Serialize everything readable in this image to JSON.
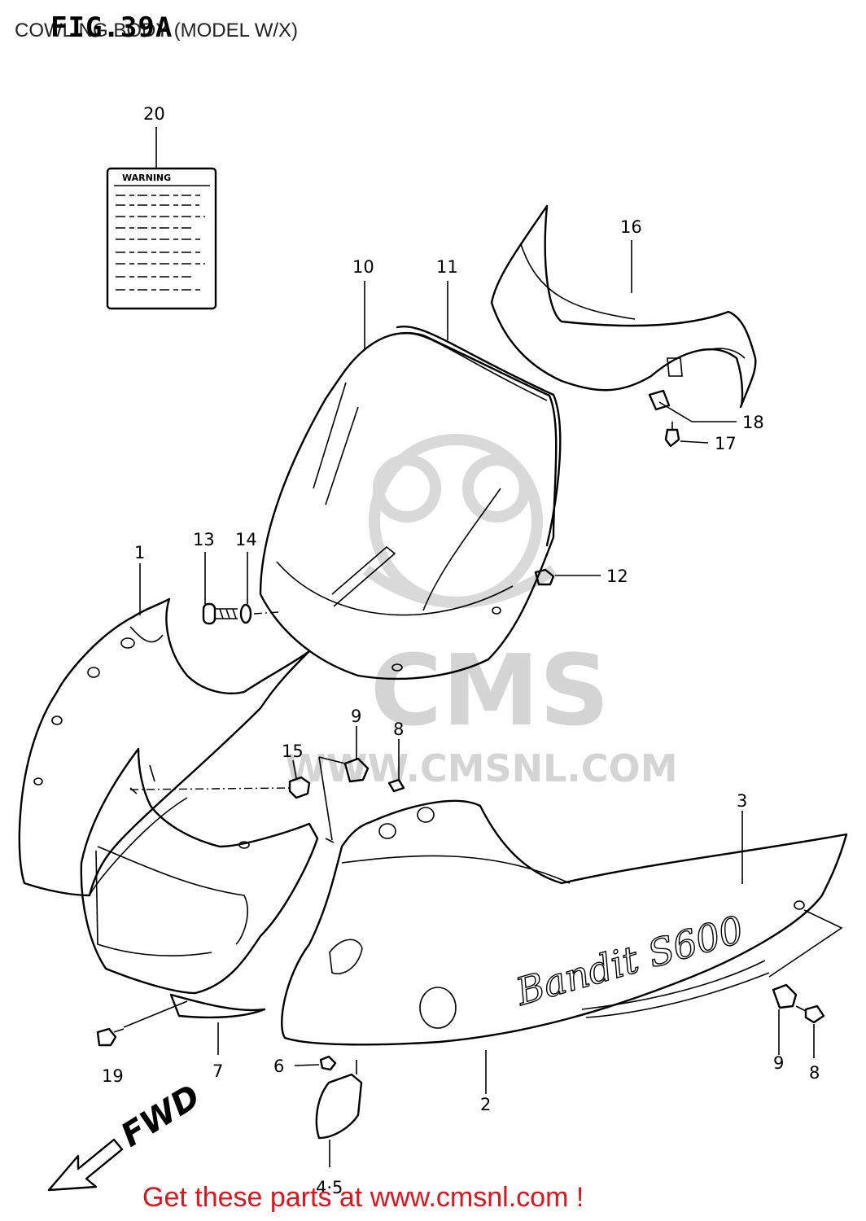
{
  "figure_title": "FIG.39A",
  "subtitle": "COWLING BODY (MODEL W/X)",
  "watermark": {
    "brand": "CMS",
    "url": "WWW.CMSNL.COM"
  },
  "warning_label": {
    "heading": "WARNING"
  },
  "direction_label": "FWD",
  "callouts": {
    "c1": "1",
    "c2": "2",
    "c3": "3",
    "c45": "4·5",
    "c6": "6",
    "c7": "7",
    "c8a": "8",
    "c8b": "8",
    "c9a": "9",
    "c9b": "9",
    "c10": "10",
    "c11": "11",
    "c12": "12",
    "c13": "13",
    "c14": "14",
    "c15": "15",
    "c16": "16",
    "c17": "17",
    "c18": "18",
    "c19": "19",
    "c20": "20"
  },
  "decal_text": "Bandit S600",
  "footer": "Get these parts at www.cmsnl.com !",
  "colors": {
    "footer_text": "#e0141b",
    "watermark": "#d4d4d4",
    "line": "#000000"
  }
}
